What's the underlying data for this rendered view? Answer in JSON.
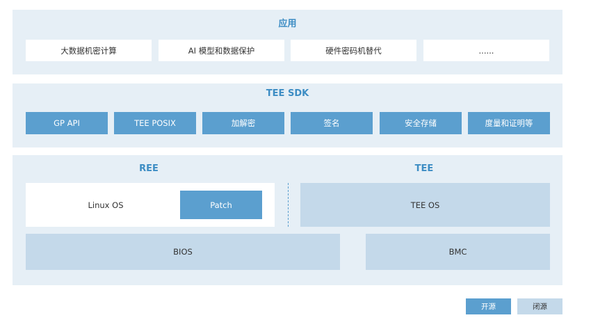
{
  "app_layer": {
    "title": "应用",
    "items": [
      "大数据机密计算",
      "AI 模型和数据保护",
      "硬件密码机替代",
      "......"
    ]
  },
  "sdk_layer": {
    "title": "TEE SDK",
    "items": [
      "GP API",
      "TEE POSIX",
      "加解密",
      "签名",
      "安全存储",
      "度量和证明等"
    ]
  },
  "platform_layer": {
    "ree_title": "REE",
    "tee_title": "TEE",
    "linux_os": "Linux OS",
    "patch": "Patch",
    "tee_os": "TEE OS",
    "bios": "BIOS",
    "bmc": "BMC"
  },
  "legend": {
    "open_source": "开源",
    "closed_source": "闭源"
  },
  "colors": {
    "panel_bg": "#e6eff6",
    "accent_blue": "#5b9fcf",
    "light_blue": "#c4d9ea",
    "title_blue": "#3d8dc4"
  }
}
